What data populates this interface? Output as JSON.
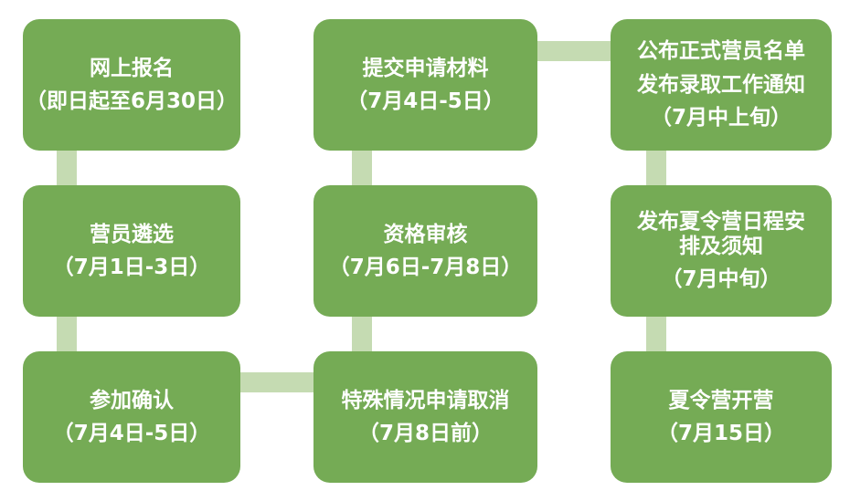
{
  "colors": {
    "box_fill": "#75AB55",
    "connector_fill": "#C5DBB2",
    "text": "#FFFFFF",
    "background": "#FFFFFF"
  },
  "flowchart": {
    "boxes": [
      {
        "name": "online-registration",
        "paragraphs": [
          "网上报名",
          "（即日起至6月30日）"
        ]
      },
      {
        "name": "camper-selection",
        "paragraphs": [
          "营员遴选",
          "（7月1日-3日）"
        ]
      },
      {
        "name": "participation-confirmation",
        "paragraphs": [
          "参加确认",
          "（7月4日-5日）"
        ]
      },
      {
        "name": "submit-application-materials",
        "paragraphs": [
          "提交申请材料",
          "（7月4日-5日）"
        ]
      },
      {
        "name": "qualification-review",
        "paragraphs": [
          "资格审核",
          "（7月6日-7月8日）"
        ]
      },
      {
        "name": "special-case-cancellation",
        "paragraphs": [
          "特殊情况申请取消",
          "（7月8日前）"
        ]
      },
      {
        "name": "announce-official-camper-list",
        "paragraphs": [
          "公布正式营员名单",
          "发布录取工作通知",
          "（7月中上旬）"
        ]
      },
      {
        "name": "publish-camp-schedule",
        "paragraphs": [
          "发布夏令营日程安排及须知",
          "（7月中旬）"
        ]
      },
      {
        "name": "camp-opening",
        "paragraphs": [
          "夏令营开营",
          "（7月15日）"
        ]
      }
    ]
  }
}
